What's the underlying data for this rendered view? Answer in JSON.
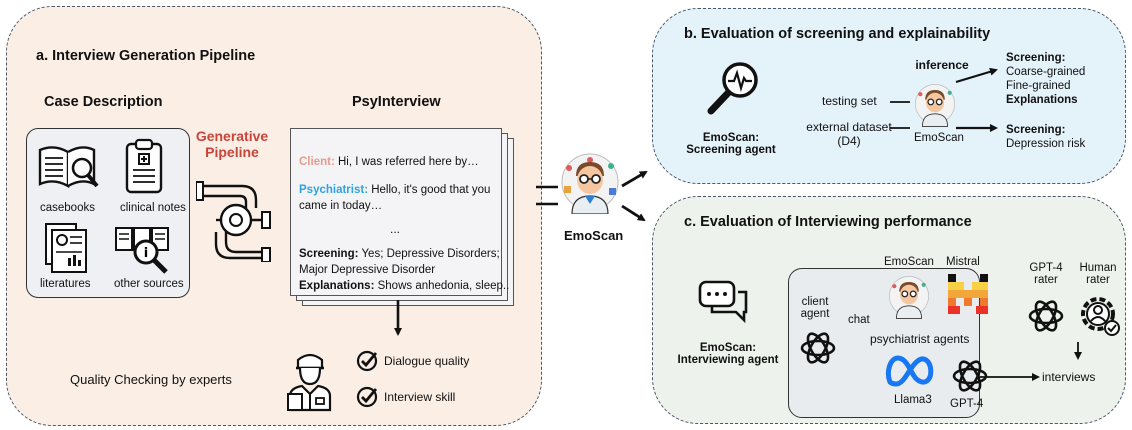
{
  "panel_a": {
    "title": "a. Interview Generation Pipeline",
    "case_description": "Case Description",
    "sources": [
      "casebooks",
      "clinical notes",
      "literatures",
      "other sources"
    ],
    "generative_pipeline": [
      "Generative",
      "Pipeline"
    ],
    "psyinterview": "PsyInterview",
    "client_label": "Client:",
    "client_text": "Hi, I was referred here by…",
    "psychiatrist_label": "Psychiatrist:",
    "psychiatrist_text_1": "Hello, it's good that you",
    "psychiatrist_text_2": "came in today…",
    "ellipsis": "...",
    "screening_label": "Screening:",
    "screening_text_1": "Yes; Depressive Disorders;",
    "screening_text_2": "Major Depressive Disorder",
    "explanations_label": "Explanations:",
    "explanations_text": "Shows anhedonia, sleep..",
    "quality_checking": "Quality Checking by experts",
    "checks": [
      "Dialogue quality",
      "Interview skill"
    ]
  },
  "center": {
    "emoscan": "EmoScan"
  },
  "panel_b": {
    "title": "b. Evaluation of screening and explainability",
    "agent_label": [
      "EmoScan:",
      "Screening agent"
    ],
    "inference": "inference",
    "testing_set": "testing set",
    "external_dataset": [
      "external dataset",
      "(D4)"
    ],
    "emoscan": "EmoScan",
    "out1_title": "Screening:",
    "out1_items": [
      "Coarse-grained",
      "Fine-grained"
    ],
    "out1_explanations": "Explanations",
    "out2_title": "Screening:",
    "out2_item": "Depression risk"
  },
  "panel_c": {
    "title": "c. Evaluation of Interviewing performance",
    "agent_label": [
      "EmoScan:",
      "Interviewing agent"
    ],
    "client_agent": [
      "client",
      "agent"
    ],
    "chat": "chat",
    "emoscan": "EmoScan",
    "mistral": "Mistral",
    "psychiatrist_agents": "psychiatrist agents",
    "llama": "Llama3",
    "gpt4": "GPT-4",
    "gpt4_rater": [
      "GPT-4",
      "rater"
    ],
    "human_rater": [
      "Human",
      "rater"
    ],
    "interviews": "interviews"
  },
  "colors": {
    "panel_a_bg": "#fbeee4",
    "panel_b_bg": "#e4f2fa",
    "panel_c_bg": "#edf3ec",
    "accent_red": "#c8453c",
    "client_color": "#e89a8c",
    "psychiatrist_color": "#2ea3dd"
  }
}
